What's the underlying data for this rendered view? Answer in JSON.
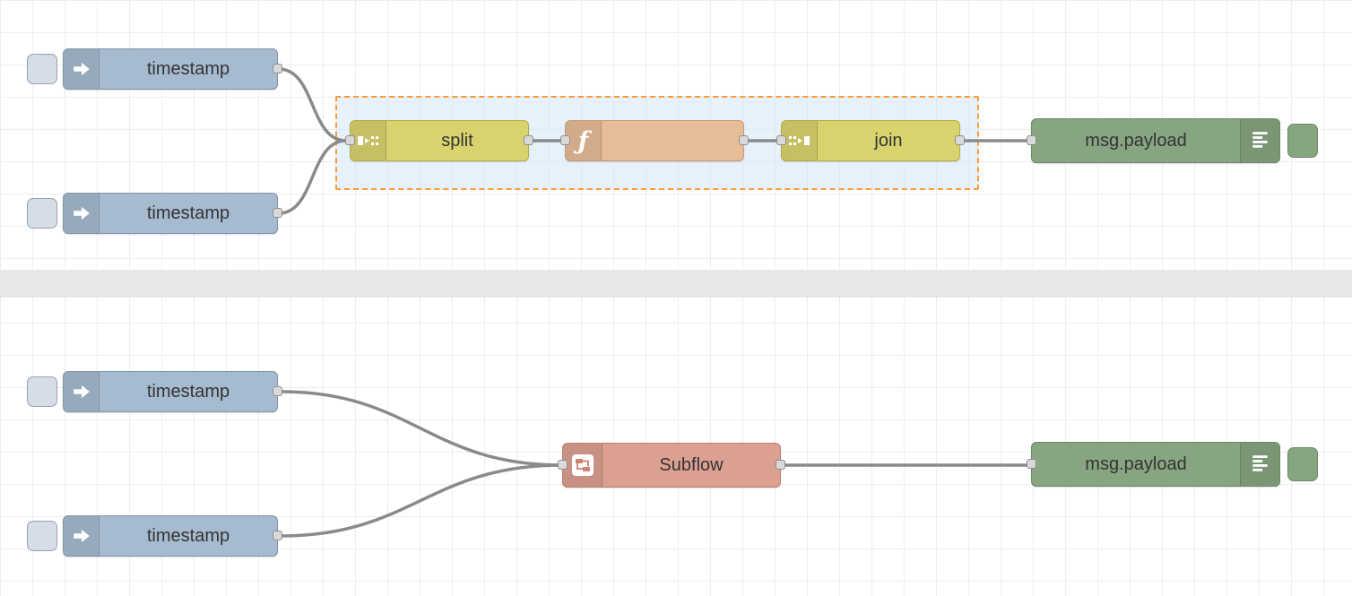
{
  "canvas": {
    "background": "#ffffff",
    "grid_color": "#ededed",
    "divider_color": "#e8e8e8",
    "wire_color": "#8a8a8a",
    "selection_fill": "#d9e8f8",
    "selection_border": "#ff9933",
    "port_color": "#d9d9d9"
  },
  "palette": {
    "inject_color": "#a6bbcf",
    "split_join_color": "#d9d36e",
    "function_color": "#e7bd98",
    "debug_color": "#88a581",
    "subflow_color": "#dba092"
  },
  "flow_top": {
    "inject1": {
      "label": "timestamp",
      "icon": "inject-arrow-icon"
    },
    "inject2": {
      "label": "timestamp",
      "icon": "inject-arrow-icon"
    },
    "split": {
      "label": "split",
      "icon": "split-icon"
    },
    "function": {
      "label": "",
      "icon": "function-icon"
    },
    "join": {
      "label": "join",
      "icon": "join-icon"
    },
    "debug": {
      "label": "msg.payload",
      "icon": "debug-list-icon"
    }
  },
  "flow_bottom": {
    "inject1": {
      "label": "timestamp",
      "icon": "inject-arrow-icon"
    },
    "inject2": {
      "label": "timestamp",
      "icon": "inject-arrow-icon"
    },
    "subflow": {
      "label": "Subflow",
      "icon": "subflow-icon"
    },
    "debug": {
      "label": "msg.payload",
      "icon": "debug-list-icon"
    }
  }
}
